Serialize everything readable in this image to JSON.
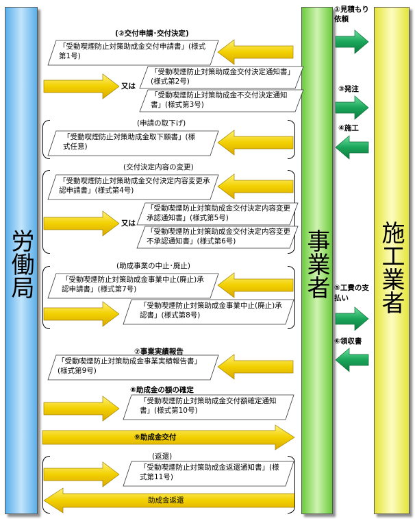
{
  "columns": {
    "left": "労働局",
    "middle": "事業者",
    "right": "施工業者"
  },
  "right_steps": {
    "s1": "①見積もり依頼",
    "s3": "③発注",
    "s4": "④施工",
    "s5": "⑤工費の支払い",
    "s6": "⑥領収書"
  },
  "sections": {
    "s2_title": "(②交付申請･交付決定)",
    "s2_doc1": "「受動喫煙防止対策助成金交付申請書」(様式第1号)",
    "s2_doc2": "「受動喫煙防止対策助成金交付決定通知書」(様式第2号)",
    "s2_or": "又は",
    "s2_doc3": "「受動喫煙防止対策助成金不交付決定通知書」(様式第3号)",
    "withdraw_title": "(申請の取下げ)",
    "withdraw_doc": "「受動喫煙防止対策助成金取下願書」(様式任意)",
    "change_title": "(交付決定内容の変更)",
    "change_doc1": "「受動喫煙防止対策助成金交付決定内容変更承認申請書」(様式第4号)",
    "change_or": "又は",
    "change_doc2": "「受動喫煙防止対策助成金交付決定内容変更承認通知書」(様式第5号)",
    "change_doc3": "「受動喫煙防止対策助成金交付決定内容変更不承認通知書」(様式第6号)",
    "stop_title": "(助成事業の中止･廃止)",
    "stop_doc1": "「受動喫煙防止対策助成金事業中止(廃止)承認申請書」(様式第7号)",
    "stop_doc2": "「受動喫煙防止対策助成金事業中止(廃止)承認書」(様式第8号)",
    "s7_title": "⑦事業実績報告",
    "s7_doc": "「受動喫煙防止対策助成金事業実績報告書」(様式第9号)",
    "s8_title": "⑧助成金の額の確定",
    "s8_doc": "「受動喫煙防止対策助成金交付額確定通知書」(様式第10号)",
    "s9_label": "⑨助成金交付",
    "return_title": "(返還)",
    "return_doc": "「受動喫煙防止対策助成金返還通知書」(様式第11号)",
    "return_label": "助成金返還"
  },
  "colors": {
    "left_column": "#8ec8f0",
    "middle_column": "#9fdd6e",
    "right_column": "#f3f36e",
    "yellow_arrow": "#f5d800",
    "green_arrow": "#1aa05a"
  }
}
